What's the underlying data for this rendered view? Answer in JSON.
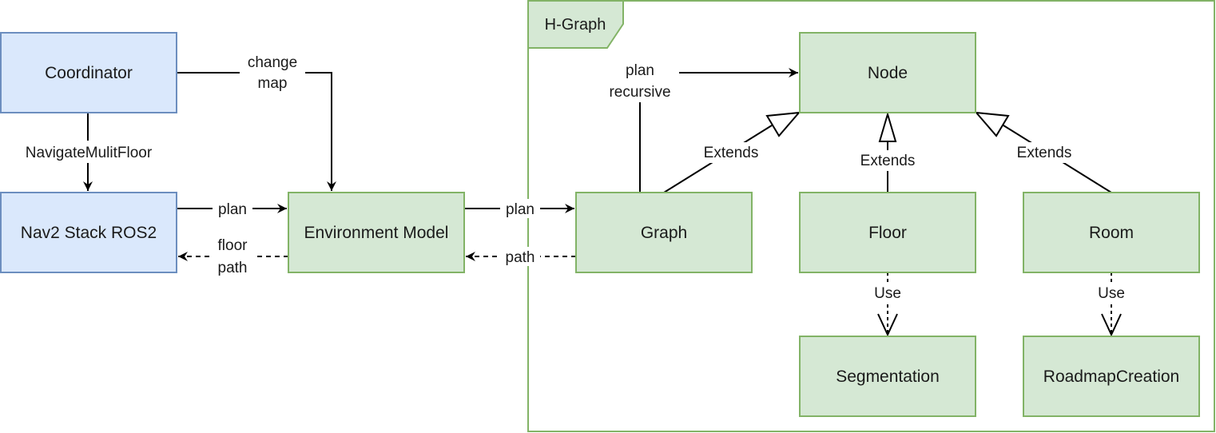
{
  "frame": {
    "title": "H-Graph"
  },
  "boxes": {
    "coordinator": "Coordinator",
    "nav2": "Nav2 Stack ROS2",
    "env_model": "Environment Model",
    "node": "Node",
    "graph": "Graph",
    "floor": "Floor",
    "room": "Room",
    "segmentation": "Segmentation",
    "roadmap": "RoadmapCreation"
  },
  "labels": {
    "change_map_1": "change",
    "change_map_2": "map",
    "navigate": "NavigateMulitFloor",
    "plan_nav_env": "plan",
    "floor_path_1": "floor",
    "floor_path_2": "path",
    "plan_env_graph": "plan",
    "path_graph_env": "path",
    "plan_recursive_1": "plan",
    "plan_recursive_2": "recursive",
    "extends_graph": "Extends",
    "extends_floor": "Extends",
    "extends_room": "Extends",
    "use_floor": "Use",
    "use_room": "Use"
  },
  "colors": {
    "blue_fill": "#dae8fc",
    "blue_stroke": "#6c8ebf",
    "green_fill": "#d5e8d4",
    "green_stroke": "#82b366",
    "line": "#000000"
  }
}
